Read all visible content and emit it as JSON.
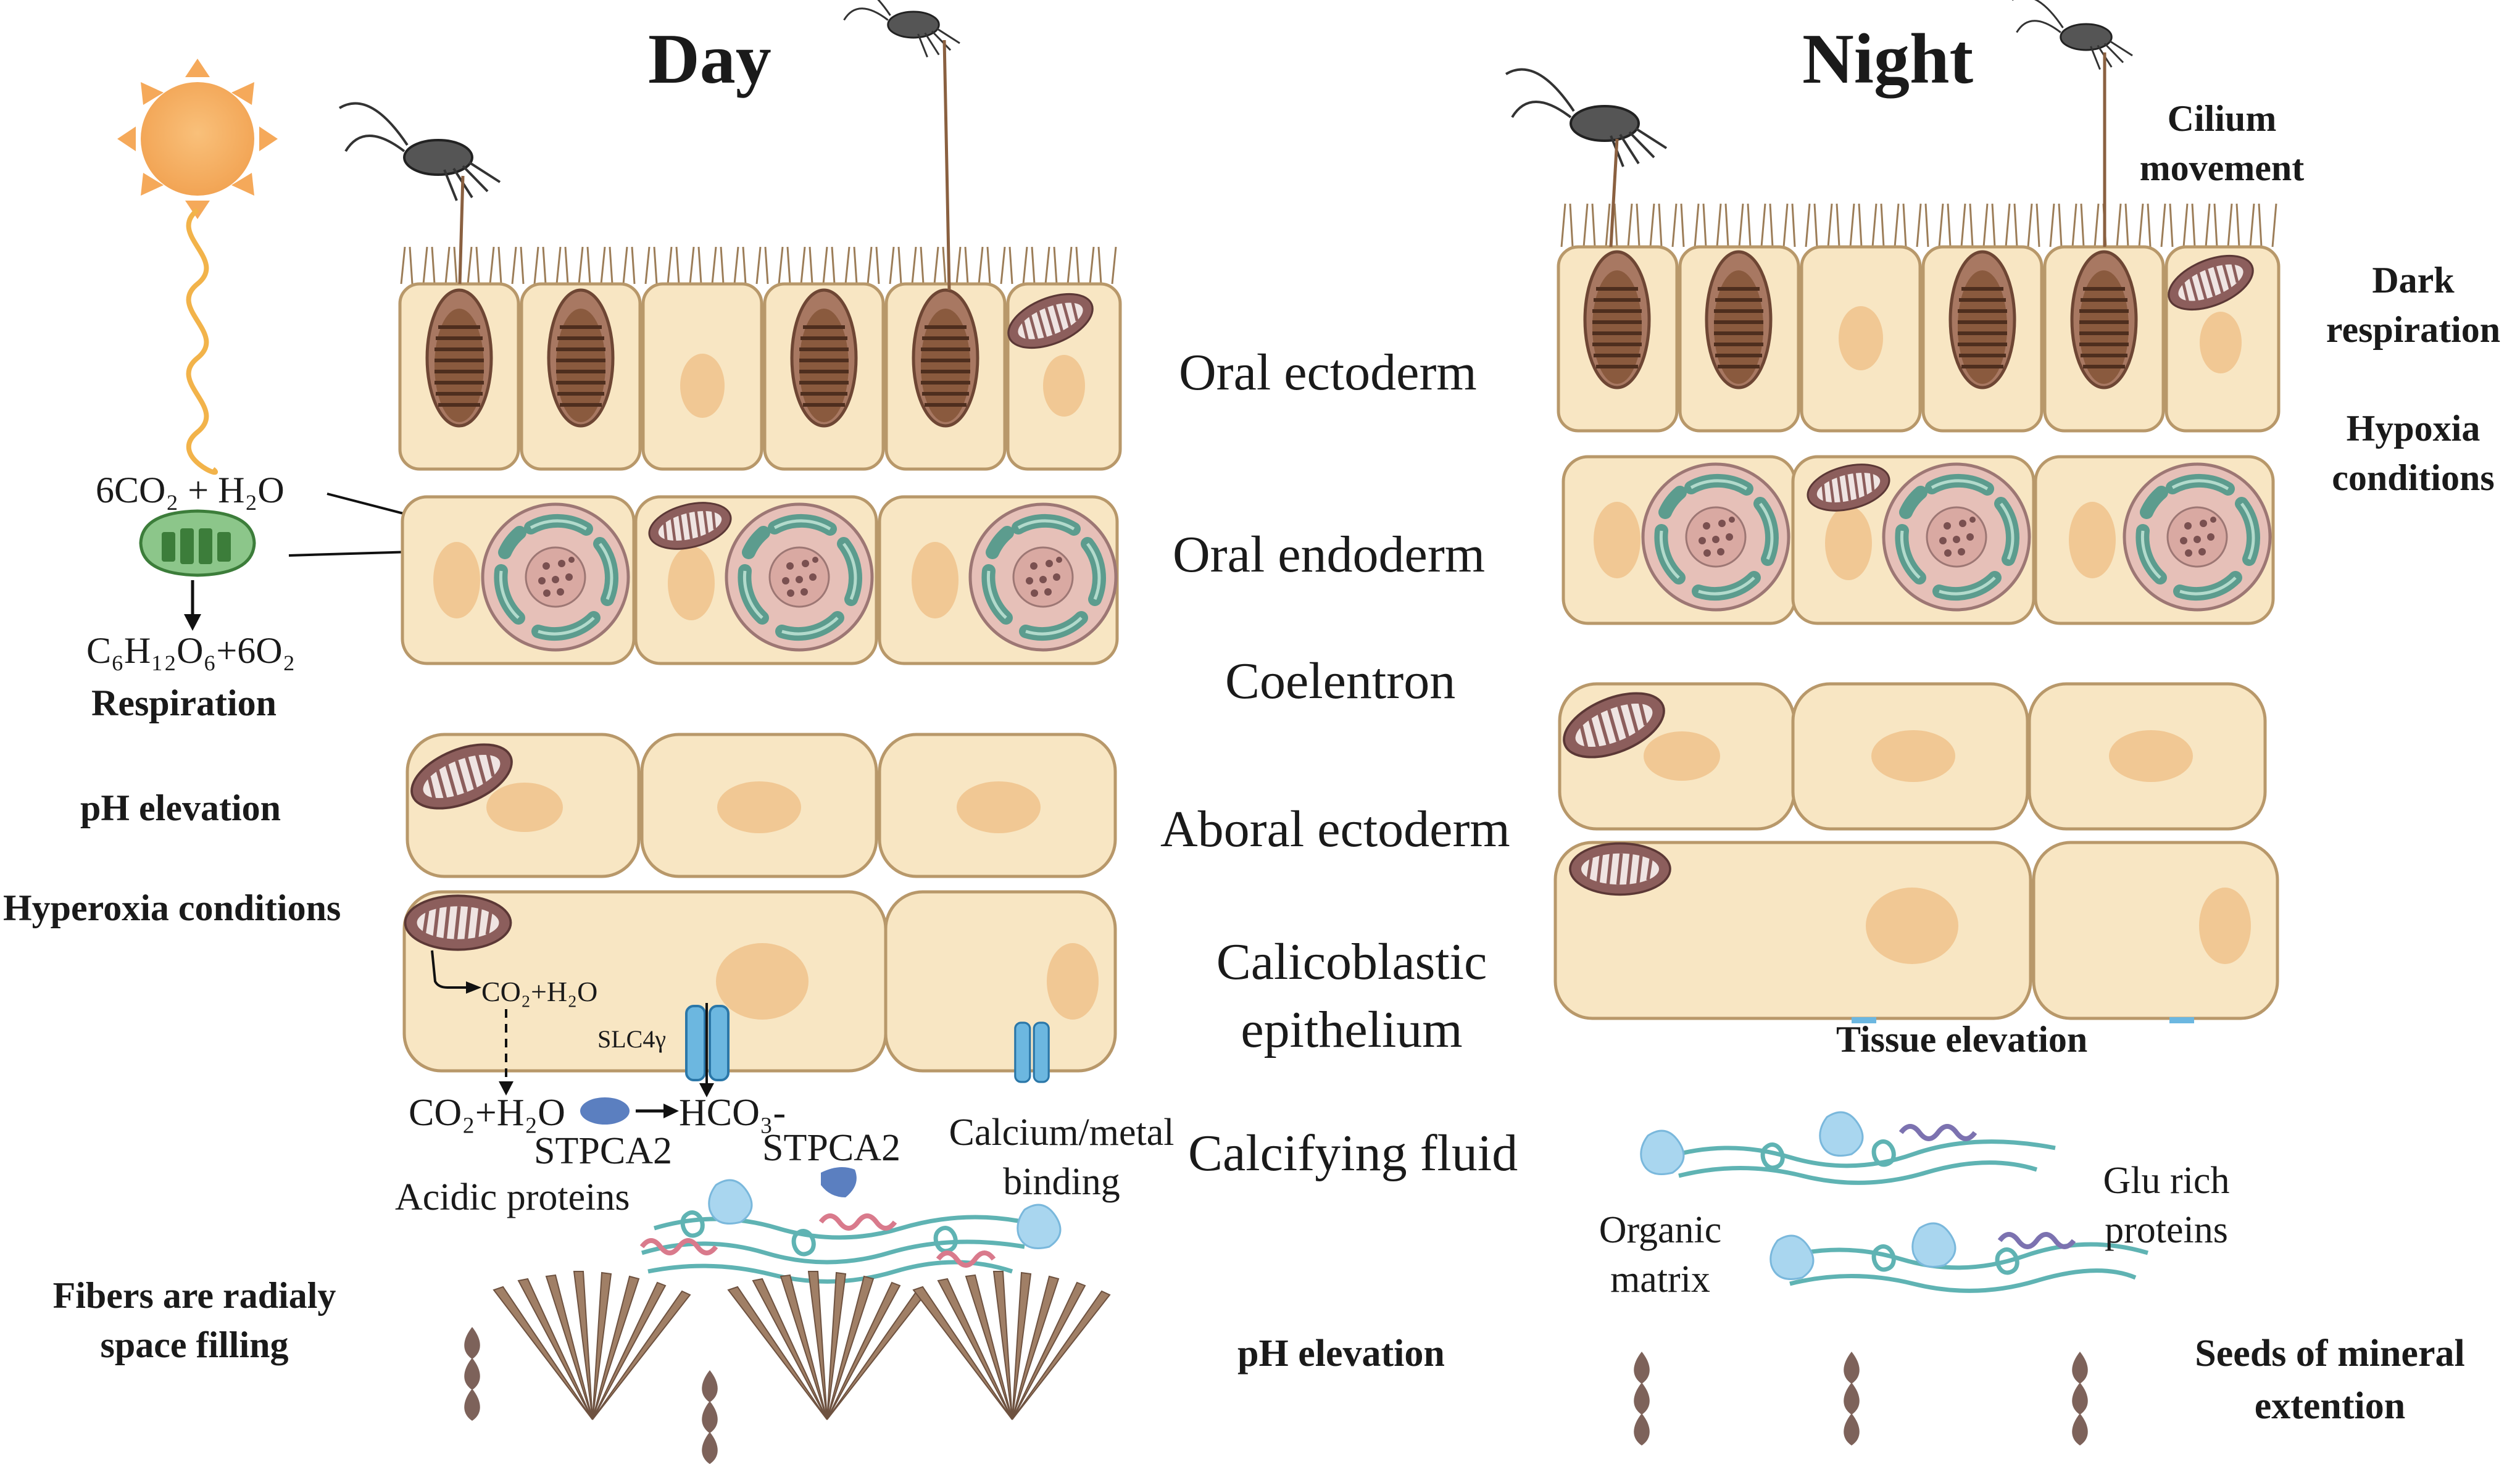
{
  "titles": {
    "day": "Day",
    "night": "Night"
  },
  "layers": {
    "oral_ectoderm": "Oral ectoderm",
    "oral_endoderm": "Oral endoderm",
    "coelentron": "Coelentron",
    "aboral_ectoderm": "Aboral ectoderm",
    "calicoblastic_1": "Calicoblastic",
    "calicoblastic_2": "epithelium",
    "calcifying_fluid": "Calcifying fluid",
    "ph_elevation_center": "pH elevation"
  },
  "day": {
    "photosynthesis_input": "6CO₂ + H₂O",
    "photosynthesis_output": "C₆H₁₂O₆+6O₂",
    "respiration": "Respiration",
    "ph_elevation": "pH elevation",
    "hyperoxia": "Hyperoxia conditions",
    "mito_output": "CO₂+H₂O",
    "slc4": "SLC4γ",
    "fluid_reaction_left": "CO₂+H₂O",
    "fluid_reaction_right": "HCO₃-",
    "stpca2_a": "STPCA2",
    "stpca2_b": "STPCA2",
    "acidic_proteins": "Acidic proteins",
    "calcium_1": "Calcium/metal",
    "calcium_2": "binding",
    "fibers_1": "Fibers are radialy",
    "fibers_2": "space filling"
  },
  "night": {
    "cilium_1": "Cilium",
    "cilium_2": "movement",
    "dark_1": "Dark",
    "dark_2": "respiration",
    "hypoxia_1": "Hypoxia",
    "hypoxia_2": "conditions",
    "tissue_elevation": "Tissue elevation",
    "glu_1": "Glu rich",
    "glu_2": "proteins",
    "organic_1": "Organic",
    "organic_2": "matrix",
    "seeds_1": "Seeds  of mineral",
    "seeds_2": "extention"
  },
  "colors": {
    "cell_fill": "#f8e6c3",
    "cell_stroke": "#b8986a",
    "nucleus": "#f1c894",
    "cnidocyte": "#8c5a3c",
    "symbiont": "#7fb5a6",
    "mito": "#8c5e5c",
    "sun": "#f5a95a",
    "fiber": "#a07f66",
    "transporter": "#6cb7e0",
    "stpca2": "#5b7fc0",
    "acidic": "#d97a8c",
    "glu": "#7c72b0",
    "matrix": "#5fb3b3"
  }
}
